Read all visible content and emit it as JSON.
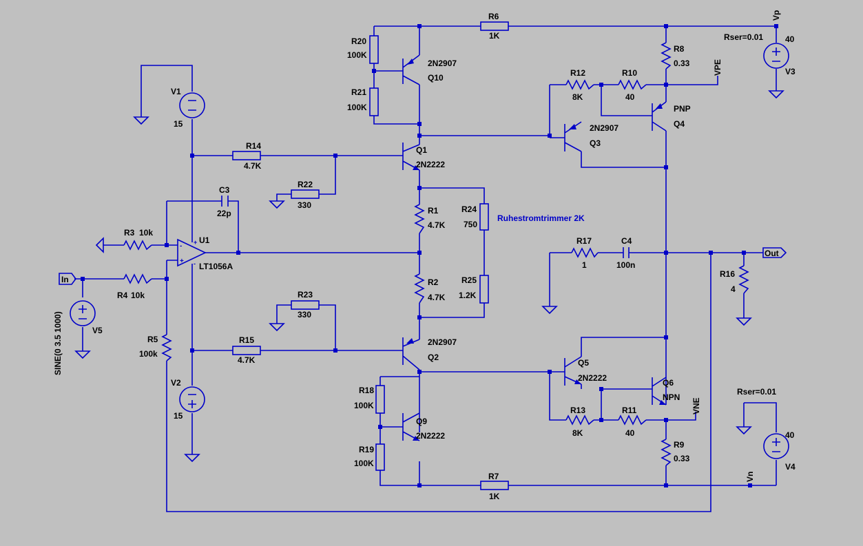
{
  "annotation": "Ruhestromtrimmer 2K",
  "source_spec": "SINE(0 3.5 1000)",
  "labels": {
    "in": "In",
    "out": "Out",
    "vp": "Vp",
    "vn": "Vn",
    "vpe": "VPE",
    "vne": "VNE"
  },
  "components": {
    "R1": {
      "name": "R1",
      "value": "4.7K"
    },
    "R2": {
      "name": "R2",
      "value": "4.7K"
    },
    "R3": {
      "name": "R3",
      "value": "10k"
    },
    "R4": {
      "name": "R4",
      "value": "10k"
    },
    "R5": {
      "name": "R5",
      "value": "100k"
    },
    "R6": {
      "name": "R6",
      "value": "1K"
    },
    "R7": {
      "name": "R7",
      "value": "1K"
    },
    "R8": {
      "name": "R8",
      "value": "0.33"
    },
    "R9": {
      "name": "R9",
      "value": "0.33"
    },
    "R10": {
      "name": "R10",
      "value": "40"
    },
    "R11": {
      "name": "R11",
      "value": "40"
    },
    "R12": {
      "name": "R12",
      "value": "8K"
    },
    "R13": {
      "name": "R13",
      "value": "8K"
    },
    "R14": {
      "name": "R14",
      "value": "4.7K"
    },
    "R15": {
      "name": "R15",
      "value": "4.7K"
    },
    "R16": {
      "name": "R16",
      "value": "4"
    },
    "R17": {
      "name": "R17",
      "value": "1"
    },
    "R18": {
      "name": "R18",
      "value": "100K"
    },
    "R19": {
      "name": "R19",
      "value": "100K"
    },
    "R20": {
      "name": "R20",
      "value": "100K"
    },
    "R21": {
      "name": "R21",
      "value": "100K"
    },
    "R22": {
      "name": "R22",
      "value": "330"
    },
    "R23": {
      "name": "R23",
      "value": "330"
    },
    "R24": {
      "name": "R24",
      "value": "750"
    },
    "R25": {
      "name": "R25",
      "value": "1.2K"
    },
    "C3": {
      "name": "C3",
      "value": "22p"
    },
    "C4": {
      "name": "C4",
      "value": "100n"
    },
    "Q1": {
      "name": "Q1",
      "value": "2N2222"
    },
    "Q2": {
      "name": "Q2",
      "value": "2N2907"
    },
    "Q3": {
      "name": "Q3",
      "value": "2N2907"
    },
    "Q4": {
      "name": "Q4",
      "value": "PNP"
    },
    "Q5": {
      "name": "Q5",
      "value": "2N2222"
    },
    "Q6": {
      "name": "Q6",
      "value": "NPN"
    },
    "Q9": {
      "name": "Q9",
      "value": "2N2222"
    },
    "Q10": {
      "name": "Q10",
      "value": "2N2907"
    },
    "U1": {
      "name": "U1",
      "value": "LT1056A"
    },
    "V1": {
      "name": "V1",
      "value": "15"
    },
    "V2": {
      "name": "V2",
      "value": "15"
    },
    "V3": {
      "name": "V3",
      "value": "40",
      "rser": "Rser=0.01"
    },
    "V4": {
      "name": "V4",
      "value": "40",
      "rser": "Rser=0.01"
    },
    "V5": {
      "name": "V5"
    }
  }
}
